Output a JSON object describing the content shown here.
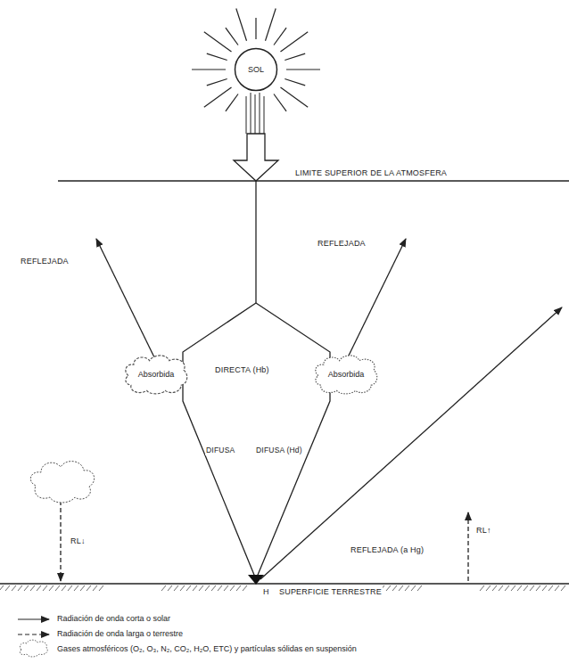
{
  "diagram": {
    "nodes": [
      {
        "text": [
          "SOL"
        ]
      },
      {
        "text": [
          "Absorbida"
        ]
      },
      {
        "text": [
          "Absorbida"
        ]
      }
    ],
    "labels": [
      "LIMITE SUPERIOR DE LA ATMOSFERA",
      "REFLEJADA",
      "REFLEJADA",
      "DIRECTA (Hb)",
      "DIFUSA",
      "DIFUSA (Hd)",
      "REFLEJADA (a Hg)",
      "RL↓",
      "RL↑",
      "H",
      "SUPERFICIE TERRESTRE"
    ],
    "legend": [
      {
        "text": "Radiación de onda corta o solar"
      },
      {
        "text": "Radiación de onda larga o terrestre"
      },
      {
        "text": "Gases atmosféricos (O₂, O₃, N₂, CO₂, H₂O, ETC) y partículas sólidas en suspensión"
      }
    ]
  }
}
